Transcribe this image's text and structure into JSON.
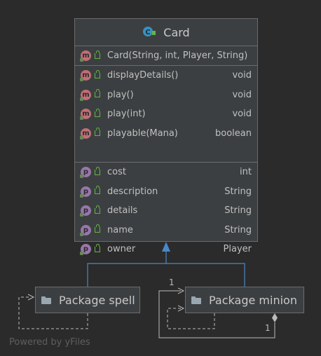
{
  "class": {
    "name": "Card",
    "icon": "class-icon",
    "constructor": {
      "label": "Card(String, int, Player, String)"
    },
    "methods": [
      {
        "name": "displayDetails()",
        "type": "void"
      },
      {
        "name": "play()",
        "type": "void"
      },
      {
        "name": "play(int)",
        "type": "void"
      },
      {
        "name": "playable(Mana)",
        "type": "boolean"
      }
    ],
    "properties": [
      {
        "name": "cost",
        "type": "int"
      },
      {
        "name": "description",
        "type": "String"
      },
      {
        "name": "details",
        "type": "String"
      },
      {
        "name": "name",
        "type": "String"
      },
      {
        "name": "owner",
        "type": "Player"
      }
    ]
  },
  "packages": {
    "spell": {
      "label": "Package spell"
    },
    "minion": {
      "label": "Package minion"
    }
  },
  "multiplicity": {
    "top": "1",
    "bottom": "1"
  },
  "watermark": "Powered by yFiles",
  "colors": {
    "background": "#2b2b2b",
    "box": "#3c3f41",
    "border": "#6c6c6c",
    "inheritance": "#4a88c7",
    "dependency": "#bbbbbb",
    "method_badge": "#c36e75",
    "property_badge": "#9876aa",
    "public_lock": "#62b543"
  }
}
